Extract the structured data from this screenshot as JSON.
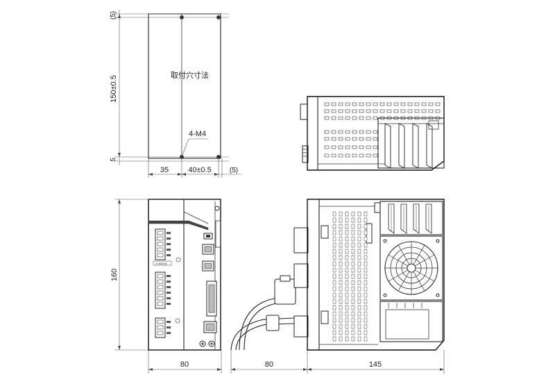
{
  "mounting_view": {
    "label_title": "取付穴寸法",
    "label_screw": "4-M4",
    "dim_top_margin": "(5)",
    "dim_height": "150±0.5",
    "dim_bottom_margin": "5",
    "dim_left_width": "35",
    "dim_pitch": "40±0.5",
    "dim_right_margin": "(5)"
  },
  "front_view": {
    "dim_height": "160",
    "dim_width": "80",
    "logo_text": "CHARGE"
  },
  "side_view": {
    "dim_cable": "80",
    "dim_depth": "145"
  }
}
